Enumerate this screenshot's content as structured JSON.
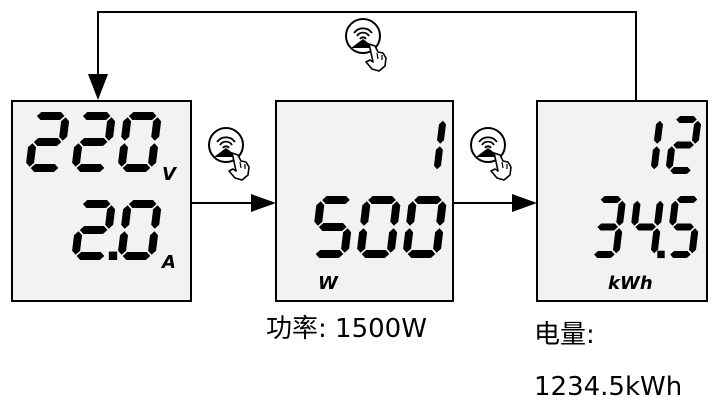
{
  "screens": [
    {
      "id": "voltage-current",
      "lines": [
        {
          "digits": "220",
          "unit": "V"
        },
        {
          "digits": "2.0",
          "unit": "A"
        }
      ]
    },
    {
      "id": "power",
      "lines": [
        {
          "digits": "1",
          "unit": ""
        },
        {
          "digits": "500",
          "unit": ""
        }
      ],
      "unit": "W"
    },
    {
      "id": "energy",
      "lines": [
        {
          "digits": "12",
          "unit": ""
        },
        {
          "digits": "34.5",
          "unit": ""
        }
      ],
      "unit": "kWh"
    }
  ],
  "captions": {
    "power": {
      "label": "功率:",
      "value": "1500W"
    },
    "energy": {
      "label": "电量:",
      "value": "1234.5kWh"
    }
  },
  "icons": {
    "press": "touch-button-icon"
  }
}
